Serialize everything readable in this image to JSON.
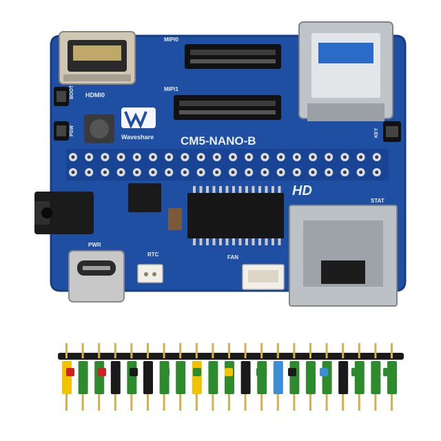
{
  "photo": {
    "board": {
      "model_label": "CM5-NANO-B",
      "brand_label": "Waveshare",
      "hd_label": "HD",
      "silkscreen": {
        "mipi0": "MIPI0",
        "mipi1": "MIPI1",
        "hdmi0": "HDMI0",
        "boot": "BOOT",
        "pwr_switch": "PSW",
        "key": "KEY",
        "stat": "STAT",
        "pwr": "PWR",
        "rtc": "RTC",
        "fan": "FAN"
      },
      "colors": {
        "pcb": "#1f4fa3",
        "pcb_edge": "#163d85",
        "metal": "#c8c8c8",
        "chip": "#1a1a1a"
      }
    },
    "pin_header": {
      "cap_colors": [
        "#f2c200",
        "#2d8a2d",
        "#2d8a2d",
        "#1a1a1a",
        "#2d8a2d",
        "#1a1a1a",
        "#2d8a2d",
        "#2d8a2d",
        "#f2c200",
        "#2d8a2d",
        "#2d8a2d",
        "#1a1a1a",
        "#2d8a2d",
        "#3a8fd8",
        "#2d8a2d",
        "#2d8a2d",
        "#2d8a2d",
        "#1a1a1a",
        "#2d8a2d",
        "#2d8a2d",
        "#2d8a2d"
      ],
      "top_colors": [
        "#d02020",
        "#d02020",
        "#1a1a1a",
        "#2d8a2d",
        "#2d8a2d",
        "#f2c200",
        "#2d8a2d",
        "#1a1a1a",
        "#3a8fd8",
        "#2d8a2d",
        "#2d8a2d"
      ]
    }
  }
}
